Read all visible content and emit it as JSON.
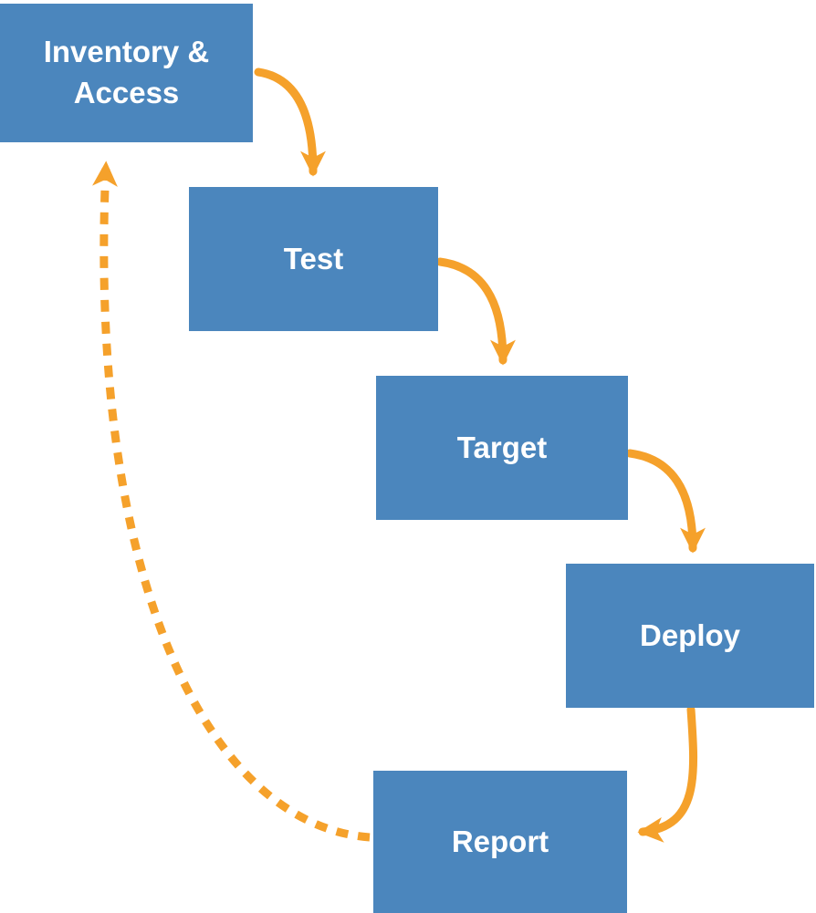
{
  "diagram": {
    "boxes": [
      {
        "id": "inventory-access",
        "label": "Inventory & Access"
      },
      {
        "id": "test",
        "label": "Test"
      },
      {
        "id": "target",
        "label": "Target"
      },
      {
        "id": "deploy",
        "label": "Deploy"
      },
      {
        "id": "report",
        "label": "Report"
      }
    ],
    "arrows": [
      {
        "from": "inventory-access",
        "to": "test",
        "style": "solid"
      },
      {
        "from": "test",
        "to": "target",
        "style": "solid"
      },
      {
        "from": "target",
        "to": "deploy",
        "style": "solid"
      },
      {
        "from": "deploy",
        "to": "report",
        "style": "solid"
      },
      {
        "from": "report",
        "to": "inventory-access",
        "style": "dashed"
      }
    ],
    "colors": {
      "box_fill": "#4B86BD",
      "box_text": "#FFFFFF",
      "arrow": "#F5A12B",
      "background": "#FFFFFF"
    }
  }
}
